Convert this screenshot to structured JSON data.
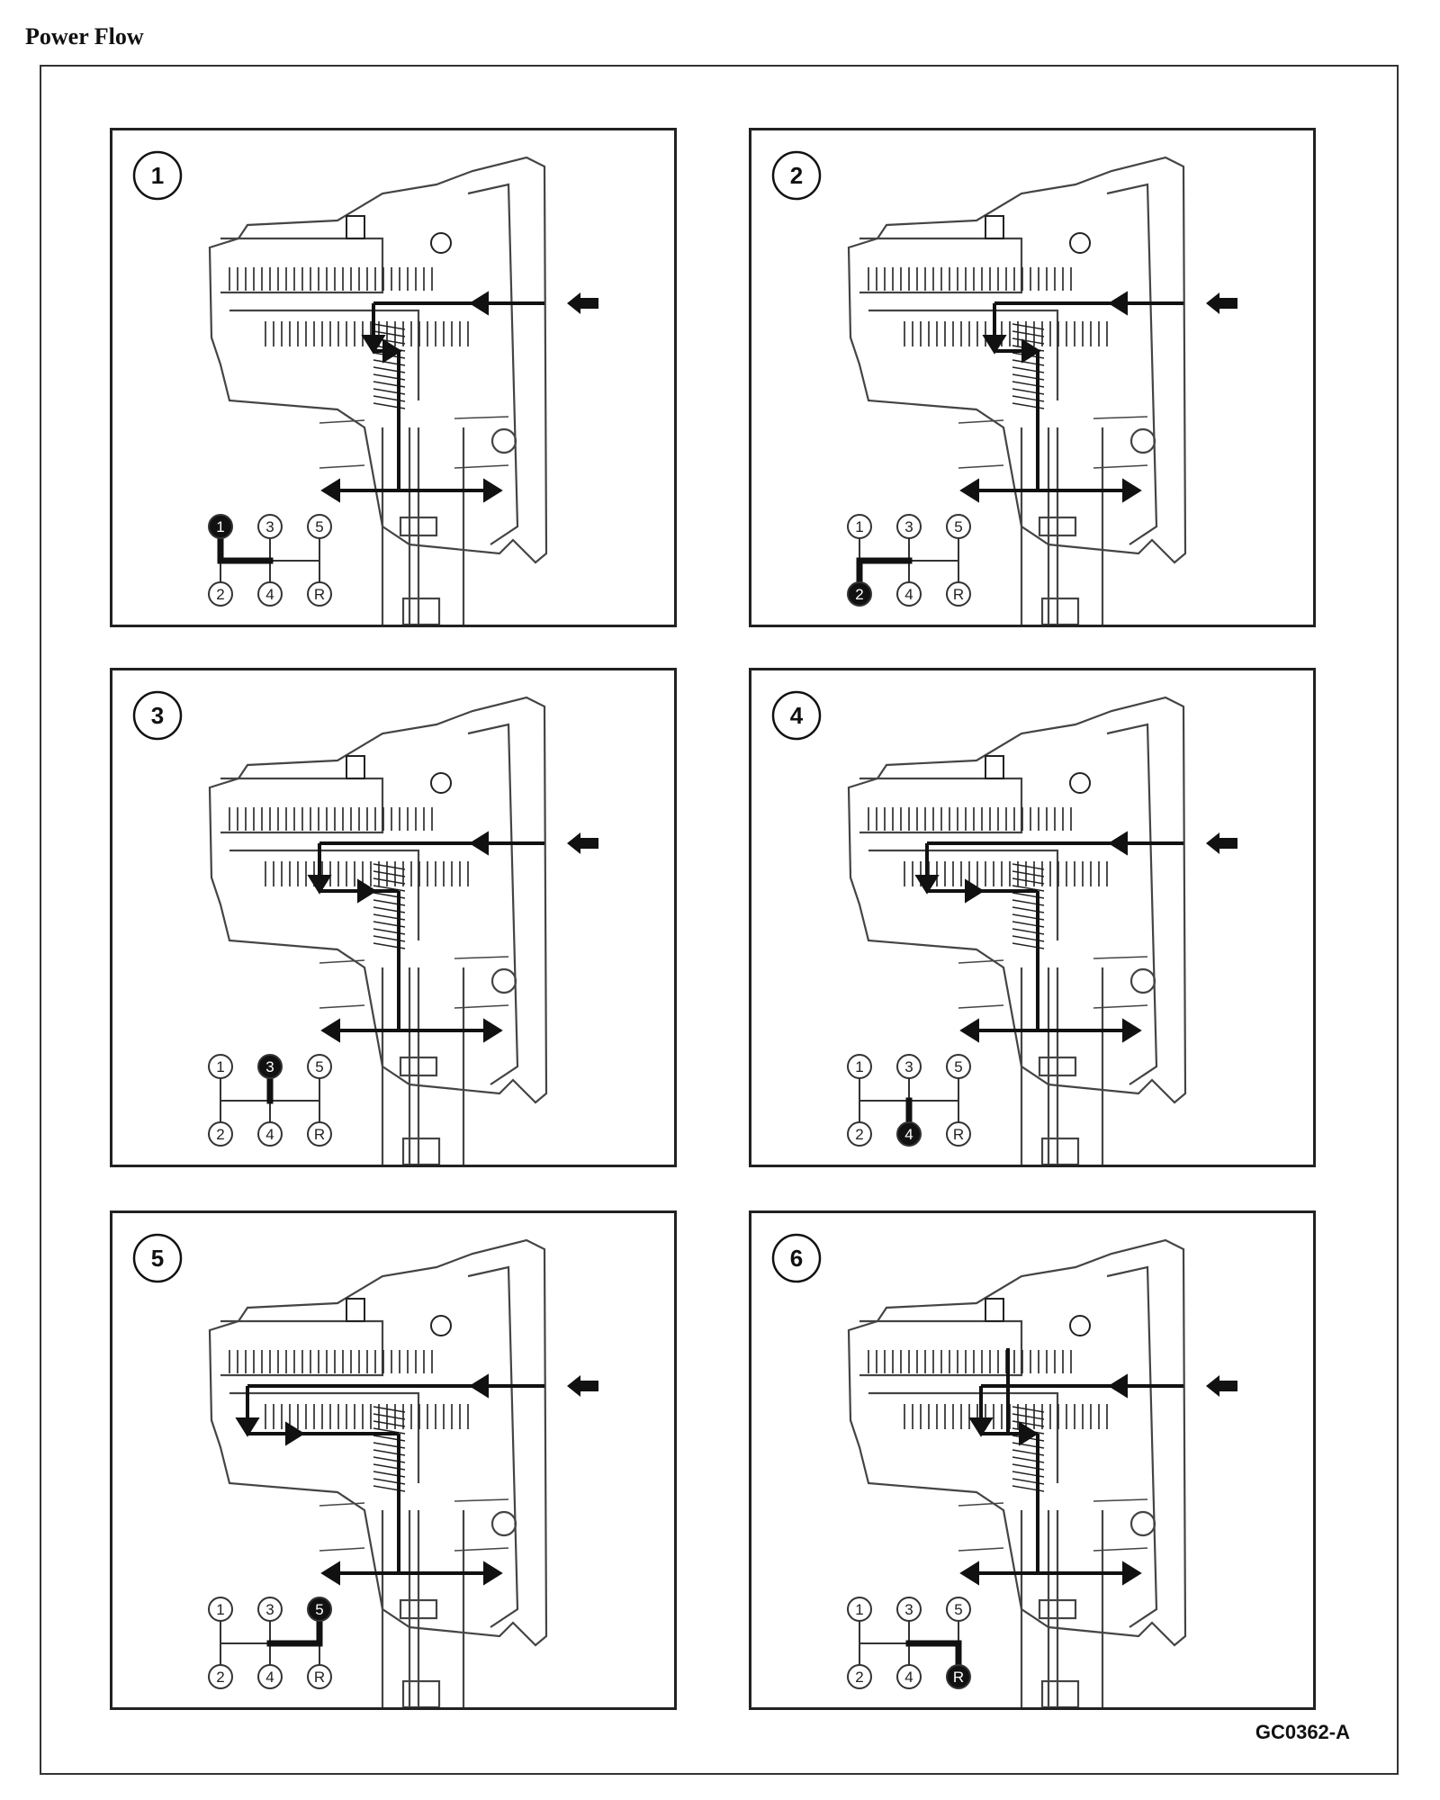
{
  "page": {
    "title": "Power Flow",
    "figure_code": "GC0362-A"
  },
  "panels": [
    {
      "number": "1",
      "selected_gear": "1"
    },
    {
      "number": "2",
      "selected_gear": "2"
    },
    {
      "number": "3",
      "selected_gear": "3"
    },
    {
      "number": "4",
      "selected_gear": "4"
    },
    {
      "number": "5",
      "selected_gear": "5"
    },
    {
      "number": "6",
      "selected_gear": "R"
    }
  ],
  "shift_pattern": {
    "top": [
      "1",
      "3",
      "5"
    ],
    "bottom": [
      "2",
      "4",
      "R"
    ]
  },
  "colors": {
    "ink": "#111111",
    "line": "#444444",
    "paper": "#ffffff"
  }
}
